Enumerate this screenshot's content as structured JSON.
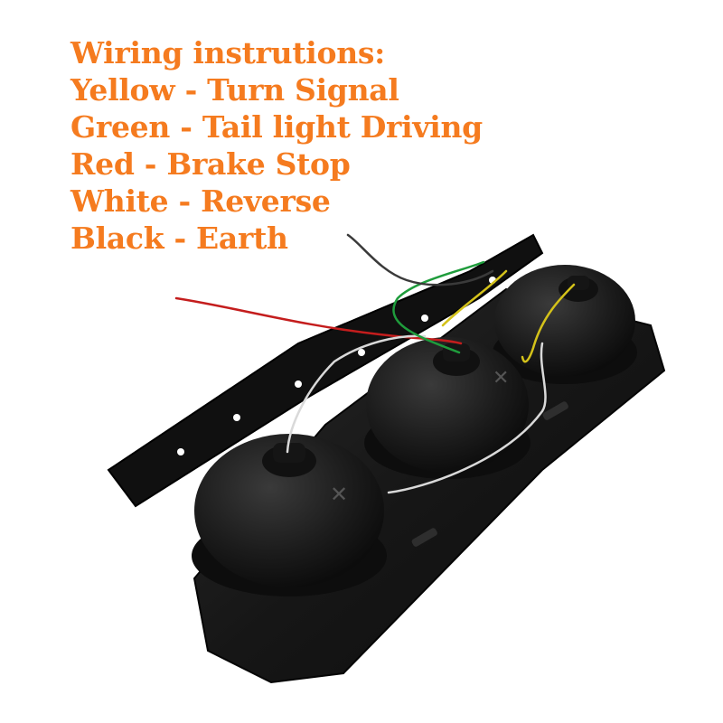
{
  "colors": {
    "text": "#f57b1f",
    "background": "#ffffff",
    "bracket": "#141414",
    "housing": "#1a1a1a",
    "wire_yellow": "#d4c21a",
    "wire_green": "#1f9c3c",
    "wire_red": "#c41d1d",
    "wire_white": "#d9d9d9",
    "wire_black": "#3a3a3a"
  },
  "wiring": {
    "heading": "Wiring instrutions:",
    "items": [
      "Yellow - Turn Signal",
      "Green - Tail light Driving",
      "Red - Brake Stop",
      "White - Reverse",
      "Black - Earth"
    ]
  }
}
